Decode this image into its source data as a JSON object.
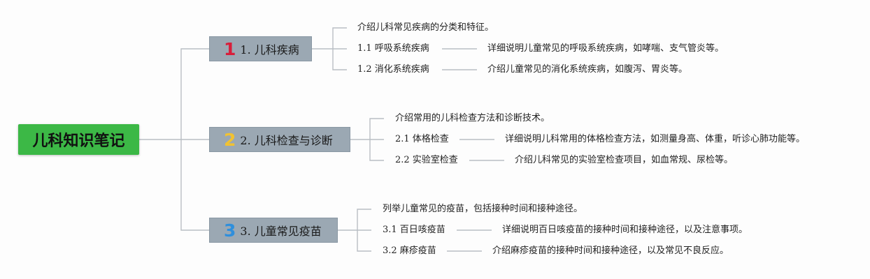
{
  "root": {
    "label": "儿科知识笔记"
  },
  "branches": [
    {
      "number": "1",
      "number_color": "#d81e3a",
      "label": "1. 儿科疾病",
      "intro": "介绍儿科常见疾病的分类和特征。",
      "children": [
        {
          "label": "1.1 呼吸系统疾病",
          "desc": "详细说明儿童常见的呼吸系统疾病，如哮喘、支气管炎等。"
        },
        {
          "label": "1.2 消化系统疾病",
          "desc": "介绍儿童常见的消化系统疾病，如腹泻、胃炎等。"
        }
      ]
    },
    {
      "number": "2",
      "number_color": "#f1c232",
      "label": "2. 儿科检查与诊断",
      "intro": "介绍常用的儿科检查方法和诊断技术。",
      "children": [
        {
          "label": "2.1 体格检查",
          "desc": "详细说明儿科常用的体格检查方法，如测量身高、体重，听诊心肺功能等。"
        },
        {
          "label": "2.2 实验室检查",
          "desc": "介绍儿科常见的实验室检查项目，如血常规、尿检等。"
        }
      ]
    },
    {
      "number": "3",
      "number_color": "#2f8fdc",
      "label": "3. 儿童常见疫苗",
      "intro": "列举儿童常见的疫苗，包括接种时间和接种途径。",
      "children": [
        {
          "label": "3.1 百日咳疫苗",
          "desc": "详细说明百日咳疫苗的接种时间和接种途径，以及注意事项。"
        },
        {
          "label": "3.2 麻疹疫苗",
          "desc": "介绍麻疹疫苗的接种时间和接种途径，以及常见不良反应。"
        }
      ]
    }
  ]
}
